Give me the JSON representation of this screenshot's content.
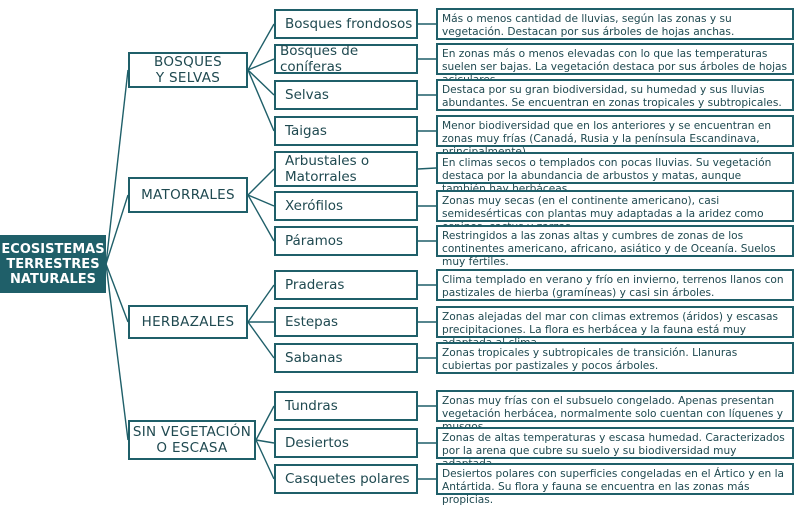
{
  "root": "ECOSISTEMAS TERRESTRES NATURALES",
  "categories": [
    {
      "label": "BOSQUES Y SELVAS",
      "items": [
        {
          "name": "Bosques frondosos",
          "desc": "Más o menos cantidad de lluvias, según las zonas y su vegetación. Destacan por sus árboles de hojas anchas."
        },
        {
          "name": "Bosques de coníferas",
          "desc": "En zonas más o menos elevadas con lo que las temperaturas suelen ser bajas. La vegetación destaca por sus árboles de hojas aciculares."
        },
        {
          "name": "Selvas",
          "desc": "Destaca por su gran biodiversidad, su humedad y sus lluvias abundantes. Se encuentran en zonas tropicales y subtropicales."
        },
        {
          "name": "Taigas",
          "desc": "Menor biodiversidad que en los anteriores y se encuentran en zonas muy frías (Canadá, Rusia y la península Escandinava, principalmente)."
        }
      ]
    },
    {
      "label": "MATORRALES",
      "items": [
        {
          "name": "Arbustales o Matorrales",
          "desc": "En climas secos o templados con pocas lluvias. Su vegetación destaca por la abundancia de arbustos y matas, aunque también hay herbáceas."
        },
        {
          "name": "Xerófilos",
          "desc": "Zonas muy secas (en el continente americano), casi semidesérticas con plantas muy adaptadas a la aridez como espinos, cactus y zarzas."
        },
        {
          "name": "Páramos",
          "desc": "Restringidos a las zonas altas y cumbres de zonas de los continentes americano, africano, asiático y de Oceanía. Suelos muy fértiles."
        }
      ]
    },
    {
      "label": "HERBAZALES",
      "items": [
        {
          "name": "Praderas",
          "desc": "Clima templado en verano y frío en invierno, terrenos llanos con pastizales de hierba (gramíneas) y casi sin árboles."
        },
        {
          "name": "Estepas",
          "desc": "Zonas alejadas del mar con climas extremos (áridos) y escasas precipitaciones. La flora es herbácea y la fauna está muy adaptada al clima."
        },
        {
          "name": "Sabanas",
          "desc": "Zonas tropicales y subtropicales de transición. Llanuras cubiertas por pastizales y pocos árboles."
        }
      ]
    },
    {
      "label": "SIN VEGETACIÓN O ESCASA",
      "items": [
        {
          "name": "Tundras",
          "desc": "Zonas muy frías con el subsuelo congelado. Apenas presentan vegetación herbácea, normalmente solo cuentan con líquenes y musgos."
        },
        {
          "name": "Desiertos",
          "desc": "Zonas de altas temperaturas y escasa humedad. Caracterizados por la arena que cubre su suelo y su biodiversidad muy adaptada."
        },
        {
          "name": "Casquetes polares",
          "desc": "Desiertos polares con superficies congeladas en el Ártico y en la Antártida. Su flora y fauna se encuentra en las zonas más propicias."
        }
      ]
    }
  ],
  "colors": {
    "box_border": "#1f5f69",
    "root_fill": "#1f5f69",
    "text": "#1f4950",
    "line": "#1f5f69"
  }
}
